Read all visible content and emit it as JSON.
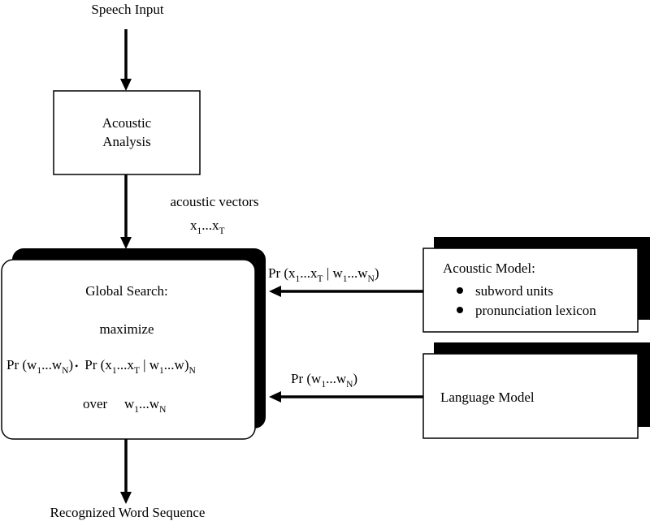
{
  "diagram": {
    "input_label": "Speech Input",
    "output_label": "Recognized Word Sequence",
    "acoustic_analysis": {
      "line1": "Acoustic",
      "line2": "Analysis"
    },
    "vectors_label": "acoustic vectors",
    "vectors_math": {
      "x": "x",
      "s1": "1",
      "dots": "...",
      "x2": "x",
      "sT": "T"
    },
    "global_search": {
      "title": "Global Search:",
      "maximize": "maximize",
      "formula": {
        "pr1": "Pr (w",
        "s1": "1",
        "dots1": "...w",
        "sN1": "N",
        "close1": ")",
        "dot": "•",
        "pr2": "Pr (x",
        "s2": "1",
        "dots2": "...x",
        "sT2": "T",
        "mid2": " | w",
        "s3": "1",
        "dots3": "...w",
        "close2": ")",
        "sN2": "N"
      },
      "over": "over",
      "over_math": {
        "w": "w",
        "s1": "1",
        "dots": "...w",
        "sN": "N"
      }
    },
    "acoustic_model": {
      "title": "Acoustic Model:",
      "items": [
        "subword units",
        "pronunciation lexicon"
      ],
      "edge": {
        "pr": "Pr (x",
        "s1": "1",
        "dots1": "...x",
        "sT": "T",
        "mid": " | w",
        "s2": "1",
        "dots2": "...w",
        "sN": "N",
        "close": ")"
      }
    },
    "language_model": {
      "title": "Language Model",
      "edge": {
        "pr": "Pr (w",
        "s1": "1",
        "dots": "...w",
        "sN": "N",
        "close": ")"
      }
    },
    "colors": {
      "stroke": "#000000",
      "fill": "#ffffff",
      "shadow": "#000000"
    }
  }
}
